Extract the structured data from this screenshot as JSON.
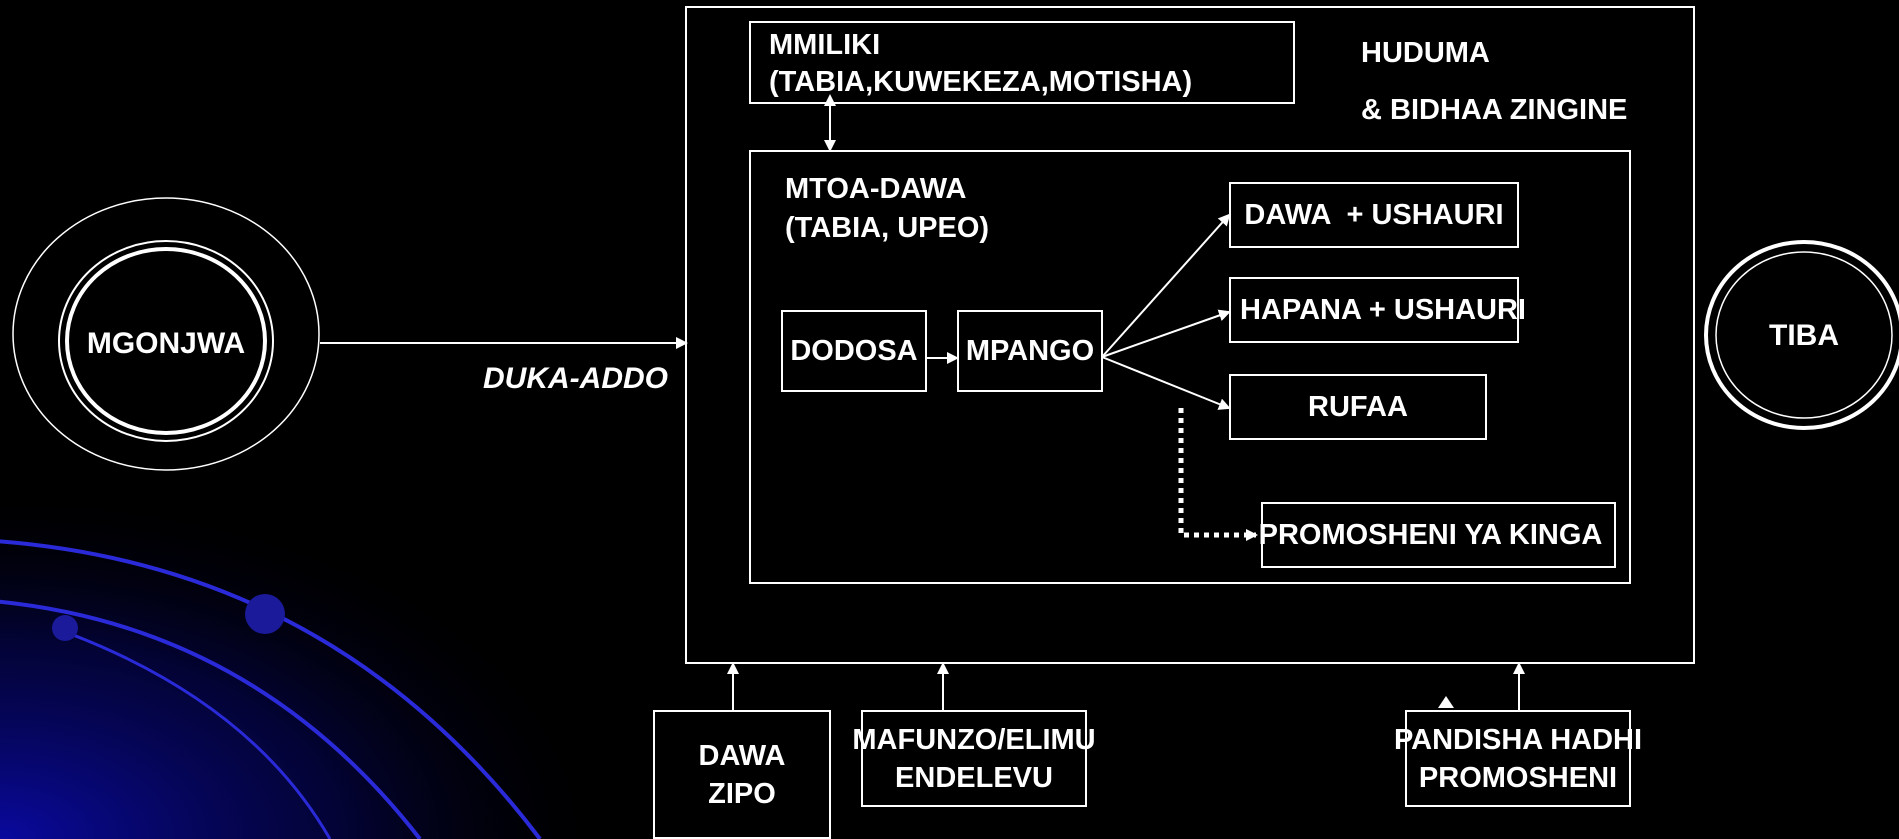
{
  "nodes": {
    "patient": "MGONJWA",
    "outcome": "TIBA",
    "channel_label": "DUKA-ADDO",
    "owner_title": "MMILIKI",
    "owner_traits": "(TABIA,KUWEKEZA,MOTISHA)",
    "services_line1": "HUDUMA",
    "services_line2": "& BIDHAA ZINGINE",
    "dispenser_title": "MTOA-DAWA",
    "dispenser_traits": "(TABIA, UPEO)",
    "ask": "DODOSA",
    "plan": "MPANGO",
    "result_medicine": "DAWA  + USHAURI",
    "result_none": "HAPANA + USHAURI",
    "result_referral": "RUFAA",
    "result_promotion": "PROMOSHENI YA KINGA",
    "input_drugs": "DAWA\nZIPO",
    "input_training": "MAFUNZO/ELIMU\nENDELEVU",
    "input_upgrade": "PANDISHA HADHI\nPROMOSHENI"
  },
  "colors": {
    "background": "#000000",
    "foreground": "#ffffff",
    "deco_blue": "#1a1acc"
  }
}
